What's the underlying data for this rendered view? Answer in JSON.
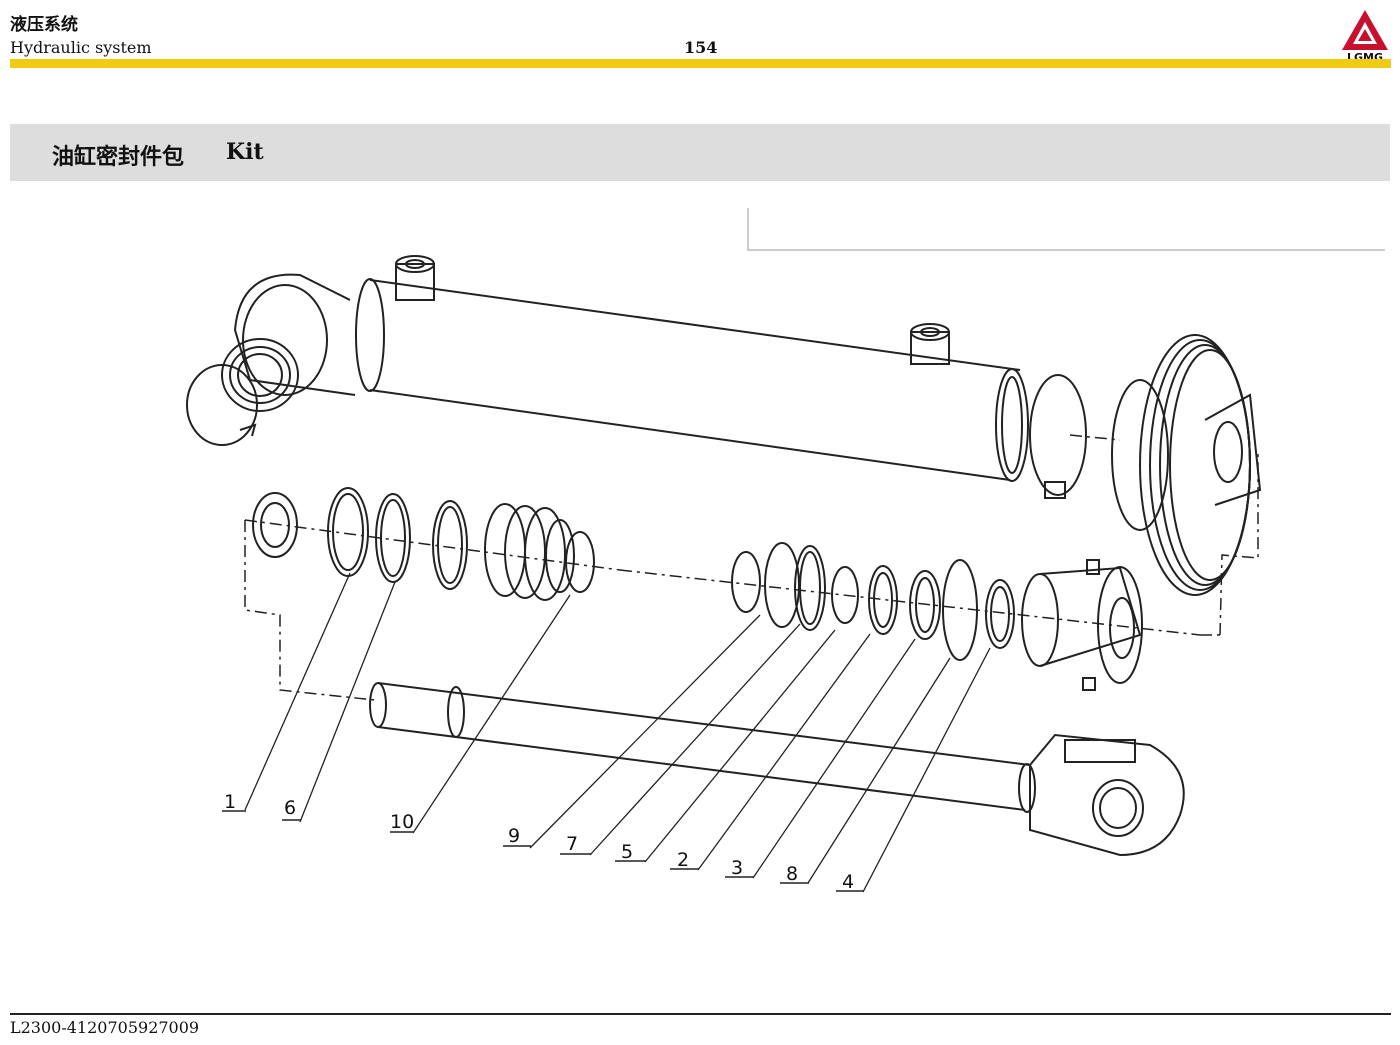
{
  "header": {
    "title_cn": "液压系统",
    "title_en": "Hydraulic system",
    "page_number": "154",
    "logo_text": "LGMG"
  },
  "section": {
    "title_cn": "油缸密封件包",
    "title_en": "Kit"
  },
  "diagram": {
    "callouts": [
      "1",
      "6",
      "10",
      "9",
      "7",
      "5",
      "2",
      "3",
      "8",
      "4"
    ]
  },
  "footer": {
    "part_code": "L2300-4120705927009"
  },
  "colors": {
    "accent_yellow": "#f1cb12",
    "logo_red": "#c8102e",
    "section_bar_gray": "#dddddd"
  }
}
